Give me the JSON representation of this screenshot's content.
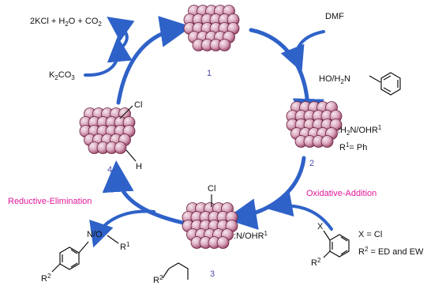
{
  "colors": {
    "arrow": "#2f62c8",
    "arrow_dark": "#1d3f8f",
    "ball_fill": "#d9a6bc",
    "ball_light": "#f6e8ee",
    "ball_edge": "#6b2240",
    "number": "#4a4aa8",
    "magenta": "#e0189a"
  },
  "catalyst_labels": {
    "c1": "1",
    "c2": "2",
    "c3": "3",
    "c4": "4"
  },
  "steps": {
    "oxidative_addition": "Oxidative-Addition",
    "reductive_elimination": "Reductive-Elimination"
  },
  "byproduct": {
    "a": "2KCl + H",
    "a_sub": "2",
    "b": "O + CO",
    "b_sub": "2"
  },
  "base": {
    "main": "K",
    "sub1": "2",
    "mid": "CO",
    "sub2": "3"
  },
  "solvent": "DMF",
  "amine_reagent": {
    "a": "HO/H",
    "a_sub": "2",
    "b": "N"
  },
  "complex2": {
    "ligand_a": ":H",
    "ligand_sub": "2",
    "ligand_b": "N/OHR",
    "ligand_sup": "1",
    "r_a": "R",
    "r_sup": "1",
    "r_b": "= Ph"
  },
  "complex3": {
    "ligand_a": "N/OHR",
    "ligand_sup": "1",
    "halide": "Cl"
  },
  "complex4": {
    "halide": "Cl",
    "hydride": "H"
  },
  "aryl_halide": {
    "x": "X",
    "r": "R",
    "r_sup": "2",
    "condition1": "X = Cl",
    "condition2_a": "R",
    "condition2_sup": "2",
    "condition2_b": " = ED and EW"
  },
  "product": {
    "no": "N/O",
    "r1": "R",
    "r1_sup": "1",
    "r2": "R",
    "r2_sup": "2"
  }
}
